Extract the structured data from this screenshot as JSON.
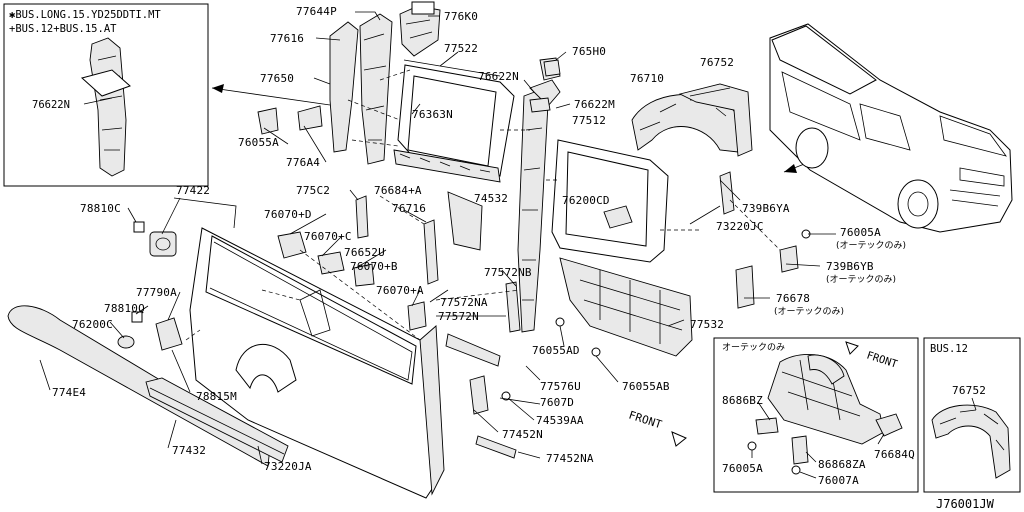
{
  "diagram_code": "J76001JW",
  "inset_topleft": {
    "line1": "✱BUS.LONG.15.YD25DDTI.MT",
    "line2": "+BUS.12+BUS.15.AT",
    "part": "76622N"
  },
  "inset_ortech": {
    "title": "オーテックのみ",
    "front": "FRONT",
    "parts": [
      "8686BZ",
      "76684Q",
      "76005A",
      "86868ZA",
      "76007A"
    ]
  },
  "inset_bus12": {
    "title": "BUS.12",
    "part": "76752"
  },
  "front_main": "FRONT",
  "labels": [
    {
      "id": "77644P",
      "text": "77644P"
    },
    {
      "id": "776K0",
      "text": "776K0"
    },
    {
      "id": "77616",
      "text": "77616"
    },
    {
      "id": "77522",
      "text": "77522"
    },
    {
      "id": "765H0",
      "text": "765H0"
    },
    {
      "id": "77650",
      "text": "77650"
    },
    {
      "id": "76622N",
      "text": "76622N"
    },
    {
      "id": "76710",
      "text": "76710"
    },
    {
      "id": "76752",
      "text": "76752"
    },
    {
      "id": "76363N",
      "text": "76363N"
    },
    {
      "id": "76622M",
      "text": "76622M"
    },
    {
      "id": "77512",
      "text": "77512"
    },
    {
      "id": "76055A",
      "text": "76055A"
    },
    {
      "id": "776A4",
      "text": "776A4"
    },
    {
      "id": "775C2",
      "text": "775C2"
    },
    {
      "id": "76684A",
      "text": "76684+A"
    },
    {
      "id": "77422",
      "text": "77422"
    },
    {
      "id": "74532",
      "text": "74532"
    },
    {
      "id": "76200CD",
      "text": "76200CD"
    },
    {
      "id": "73986YA",
      "text": "739B6YA"
    },
    {
      "id": "78810C",
      "text": "78810C"
    },
    {
      "id": "76070D",
      "text": "76070+D"
    },
    {
      "id": "76716",
      "text": "76716"
    },
    {
      "id": "73220JC",
      "text": "73220JC"
    },
    {
      "id": "76070C",
      "text": "76070+C"
    },
    {
      "id": "76005A_main",
      "text": "76005A"
    },
    {
      "id": "76652U",
      "text": "76652U"
    },
    {
      "id": "76070B",
      "text": "76070+B"
    },
    {
      "id": "73986YB",
      "text": "739B6YB"
    },
    {
      "id": "77572NB",
      "text": "77572NB"
    },
    {
      "id": "77790A",
      "text": "77790A"
    },
    {
      "id": "76070A",
      "text": "76070+A"
    },
    {
      "id": "76678",
      "text": "76678"
    },
    {
      "id": "78810Q",
      "text": "78810Q"
    },
    {
      "id": "77572NA",
      "text": "77572NA"
    },
    {
      "id": "77572N",
      "text": "77572N"
    },
    {
      "id": "77532",
      "text": "77532"
    },
    {
      "id": "76200C",
      "text": "76200C"
    },
    {
      "id": "76055AD",
      "text": "76055AD"
    },
    {
      "id": "77576U",
      "text": "77576U"
    },
    {
      "id": "76055AB",
      "text": "76055AB"
    },
    {
      "id": "774E4",
      "text": "774E4"
    },
    {
      "id": "78815M",
      "text": "78815M"
    },
    {
      "id": "7607D",
      "text": "7607D"
    },
    {
      "id": "74539AA",
      "text": "74539AA"
    },
    {
      "id": "77452N",
      "text": "77452N"
    },
    {
      "id": "77432",
      "text": "77432"
    },
    {
      "id": "77452NA",
      "text": "77452NA"
    },
    {
      "id": "73220JA",
      "text": "73220JA"
    }
  ],
  "notes": {
    "n76005A": "(オーテックのみ)",
    "n73986YB": "(オーテックのみ)",
    "n76678": "(オーテックのみ)"
  }
}
